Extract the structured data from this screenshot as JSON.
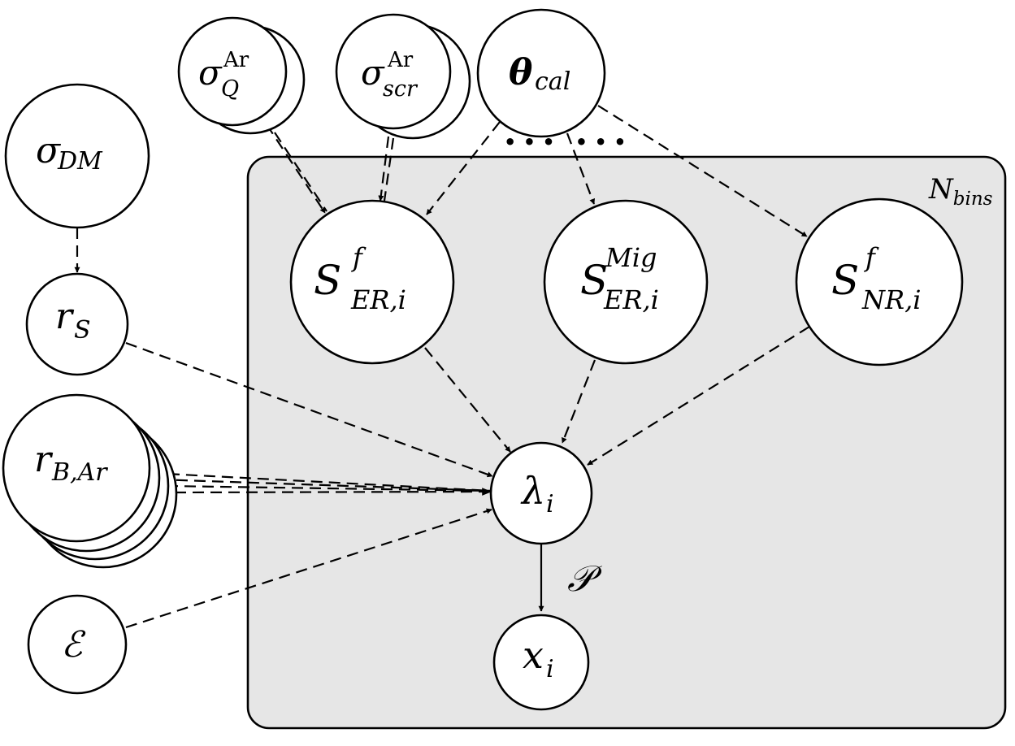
{
  "plate": {
    "label_main": "N",
    "label_sub": "bins"
  },
  "nodes": {
    "sigma_q": {
      "main": "σ",
      "sup": "Ar",
      "sub": "Q"
    },
    "sigma_scr": {
      "main": "σ",
      "sup": "Ar",
      "sub": "scr"
    },
    "theta_cal": {
      "main": "θ",
      "sub": "cal"
    },
    "sigma_dm": {
      "main": "σ",
      "sub": "DM"
    },
    "r_s": {
      "main": "r",
      "sub": "S"
    },
    "r_b": {
      "main": "r",
      "sub": "B,Ar"
    },
    "epsilon": {
      "main": "ℰ"
    },
    "s_er_f": {
      "main": "S",
      "sup": "f",
      "sub": "ER,i"
    },
    "s_er_mig": {
      "main": "S",
      "sup": "Mig",
      "sub": "ER,i"
    },
    "s_nr_f": {
      "main": "S",
      "sup": "f",
      "sub": "NR,i"
    },
    "lambda": {
      "main": "λ",
      "sub": "i"
    },
    "x": {
      "main": "x",
      "sub": "i"
    }
  },
  "edge_label_poisson": "𝒫",
  "ellipsis": "• • •   • • •"
}
